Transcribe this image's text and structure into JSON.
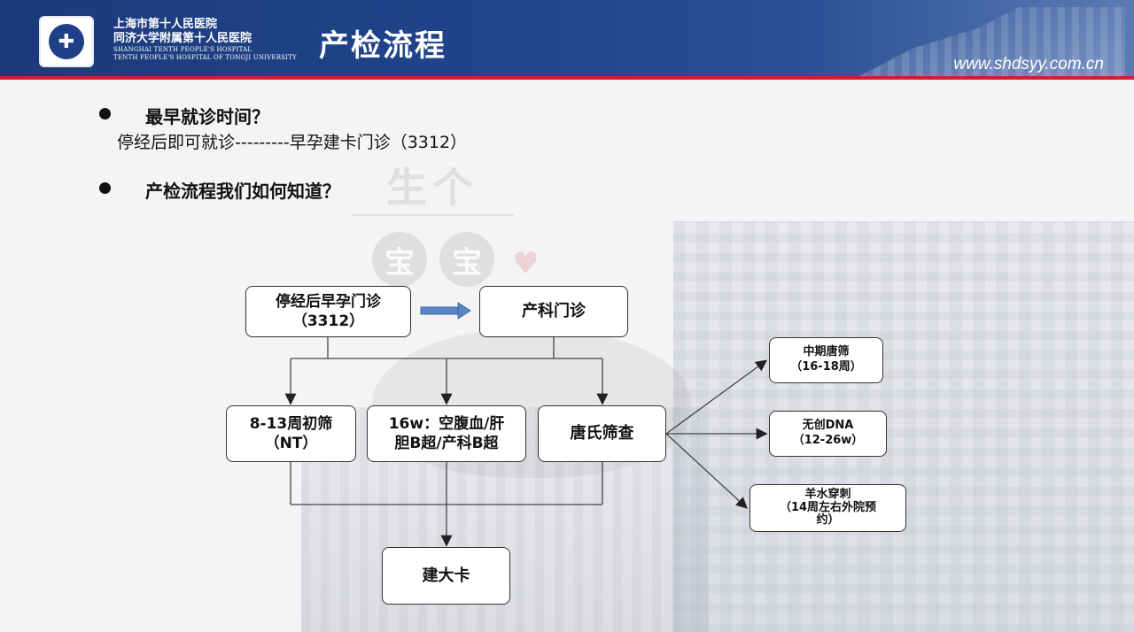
{
  "header": {
    "hospital_cn_line1": "上海市第十人民医院",
    "hospital_cn_line2": "同济大学附属第十人民医院",
    "hospital_en_line1": "SHANGHAI TENTH PEOPLE'S HOSPITAL",
    "hospital_en_line2": "TENTH PEOPLE'S HOSPITAL OF TONGJI UNIVERSITY",
    "title": "产检流程",
    "website": "www.shdsyy.com.cn"
  },
  "bullets": [
    {
      "title": "最早就诊时间？",
      "sub": "停经后即可就诊---------早孕建卡门诊（3312）"
    },
    {
      "title": "产检流程我们如何知道？"
    }
  ],
  "watermark": {
    "text": "生个",
    "char": "宝"
  },
  "flow": {
    "early_clinic": {
      "line1": "停经后早孕门诊",
      "line2": "（3312）"
    },
    "obstetric_clinic": "产科门诊",
    "nt_screen": {
      "line1": "8-13周初筛",
      "line2": "（NT）"
    },
    "week16": {
      "line1": "16w：空腹血/肝",
      "line2": "胆B超/产科B超"
    },
    "down_screen": "唐氏筛查",
    "mid_down": {
      "line1": "中期唐筛",
      "line2": "（16-18周）"
    },
    "nipt": {
      "line1": "无创DNA",
      "line2": "（12-26w）"
    },
    "amnio": {
      "line1": "羊水穿刺",
      "line2": "（14周左右外院预",
      "line3": "约）"
    },
    "build_card": "建大卡"
  }
}
